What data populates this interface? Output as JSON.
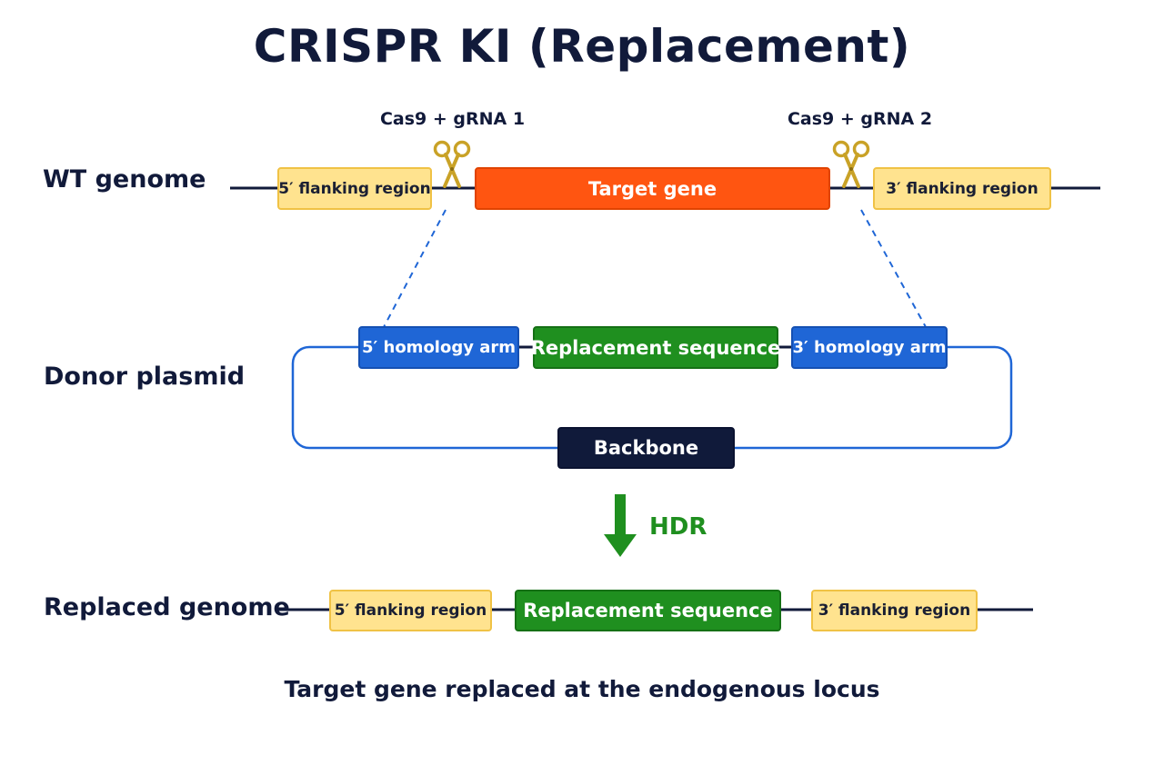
{
  "title": "CRISPR KI (Replacement)",
  "wt": {
    "label": "WT genome",
    "cut1_label": "Cas9 + gRNA 1",
    "cut2_label": "Cas9 + gRNA 2",
    "flank5": "5′ flanking region",
    "target": "Target gene",
    "flank3": "3′ flanking region"
  },
  "donor": {
    "label": "Donor plasmid",
    "arm5": "5′ homology arm",
    "replacement": "Replacement sequence",
    "arm3": "3′ homology arm",
    "backbone": "Backbone"
  },
  "process": {
    "label": "HDR"
  },
  "replaced": {
    "label": "Replaced genome",
    "flank5": "5′ flanking region",
    "replacement": "Replacement sequence",
    "flank3": "3′ flanking region"
  },
  "caption": "Target gene replaced at the endogenous locus",
  "colors": {
    "flank_fill": "#ffe38f",
    "target_fill": "#ff5511",
    "replacement_fill": "#1f8f1f",
    "arm_fill": "#1f66d6",
    "backbone_fill": "#101a3a",
    "line": "#111a3a",
    "dashed": "#1f66d6",
    "scissors": "#c9a227",
    "hdr_arrow": "#1f8f1f"
  },
  "icons": {
    "scissors": "scissors-icon",
    "arrow": "arrow-down-icon"
  }
}
